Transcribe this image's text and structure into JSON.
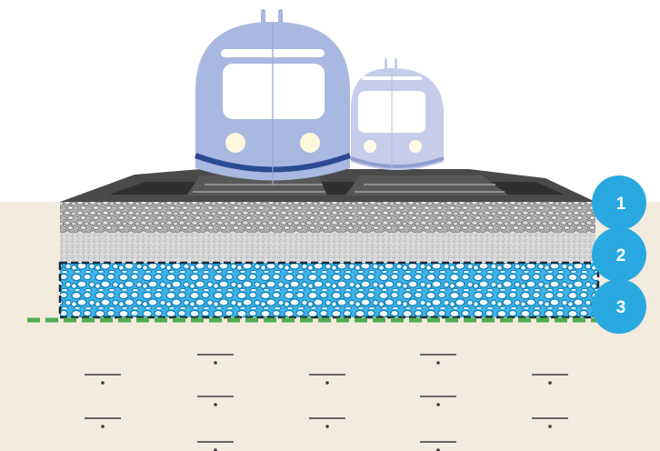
{
  "layers": [
    {
      "number": "1",
      "fill_color": "#b5b5b5"
    },
    {
      "number": "2",
      "fill_color": "#d3d3d3"
    },
    {
      "number": "3",
      "fill_color": "#46b4e6"
    }
  ],
  "colors": {
    "ground": "#f2ebde",
    "badge": "#29a9e0",
    "train_body": "#a9b8e0",
    "train_stripe": "#2b4a92",
    "train_far": "#c6cdea",
    "track": "#3c3c3c",
    "ground_line": "#4fac4f"
  },
  "icons": {
    "trains": "train-icon",
    "water_table": "water-table-symbol-icon"
  }
}
